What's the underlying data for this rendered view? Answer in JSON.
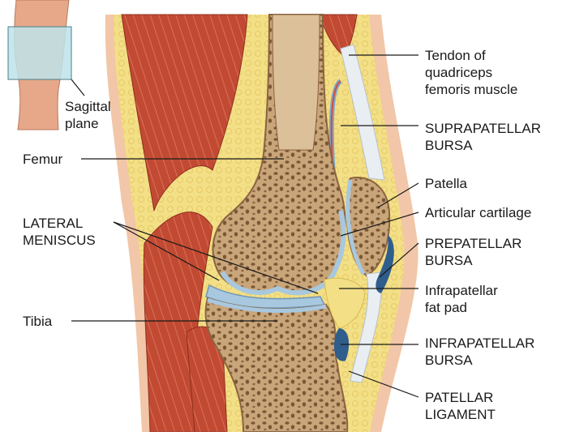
{
  "inset": {
    "plane_label": [
      "Sagittal",
      "plane"
    ]
  },
  "labels": {
    "femur": "Femur",
    "tibia": "Tibia",
    "lateral_meniscus": [
      "LATERAL",
      "MENISCUS"
    ],
    "tendon": [
      "Tendon of",
      "quadriceps",
      "femoris muscle"
    ],
    "suprapatellar_bursa": [
      "SUPRAPATELLAR",
      "BURSA"
    ],
    "patella": "Patella",
    "articular_cartilage": "Articular cartilage",
    "prepatellar_bursa": [
      "PREPATELLAR",
      "BURSA"
    ],
    "infrapatellar_fat_pad": [
      "Infrapatellar",
      "fat pad"
    ],
    "infrapatellar_bursa": [
      "INFRAPATELLAR",
      "BURSA"
    ],
    "patellar_ligament": [
      "PATELLAR",
      "LIGAMENT"
    ]
  },
  "colors": {
    "muscle": "#c24a32",
    "fat": "#f3df86",
    "bone": "#c9a57a",
    "cartilage": "#a8c8df",
    "bursa": "#2f5d8c",
    "skin": "#f2c6a8",
    "tendon": "#e9eef2",
    "inset_plane": "#bde3ea"
  }
}
